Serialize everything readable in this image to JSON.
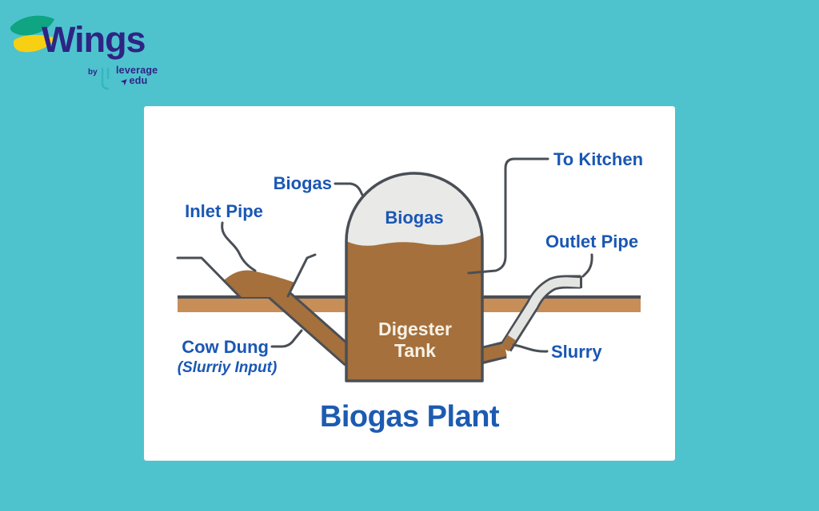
{
  "colors": {
    "background": "#4ec3ce",
    "card": "#ffffff",
    "outline": "#4a4f55",
    "slurry_brown": "#a5703c",
    "ground_tan": "#c78e58",
    "dome_grey": "#e9e9e8",
    "pipe_grey": "#e4e4e3",
    "label_blue": "#1a57b4",
    "title_blue": "#1d5bb2",
    "tank_text_cream": "#f7f2e7",
    "logo_purple": "#2e2484",
    "logo_green": "#0fa582",
    "logo_yellow": "#f8d013",
    "logo_teal": "#35b5c2"
  },
  "logo": {
    "brand": "Wings",
    "by_label": "by",
    "sub_line1": "leverage",
    "sub_line2": "edu"
  },
  "diagram": {
    "labels": {
      "biogas_callout": "Biogas",
      "inlet_pipe": "Inlet Pipe",
      "to_kitchen": "To Kitchen",
      "outlet_pipe": "Outlet Pipe",
      "cow_dung": "Cow Dung",
      "cow_dung_sub": "(Slurriy Input)",
      "slurry": "Slurry"
    },
    "tank": {
      "gas_label": "Biogas",
      "name_line1": "Digester",
      "name_line2": "Tank"
    },
    "title": "Biogas Plant"
  }
}
